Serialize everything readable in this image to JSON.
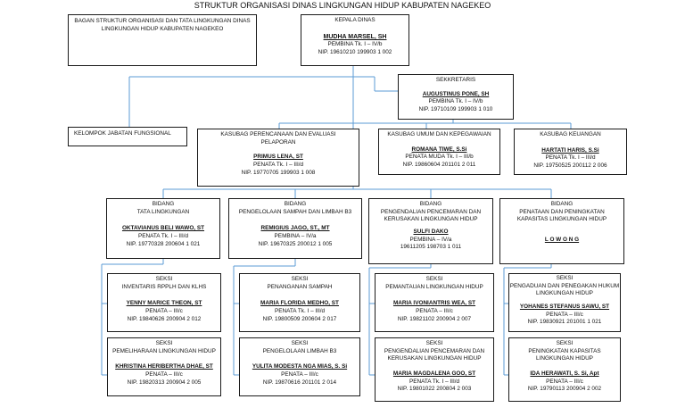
{
  "title": "STRUKTUR ORGANISASI DINAS LINGKUNGAN HIDUP KABUPATEN NAGEKEO",
  "caption": "BAGAN STRUKTUR ORGANISASI DAN TATA LINGKUNGAN DINAS LINGKUNGAN HIDUP KABUPATEN NAGEKEO",
  "kepala": {
    "title": "KEPALA DINAS",
    "name": "MUDHA MARSEL, SH",
    "rank": "PEMBINA Tk. I – IV/b",
    "nip": "NIP. 19610210 199903 1 002"
  },
  "sekretaris": {
    "title": "SEKKRETARIS",
    "name": "AUGUSTINUS PONE, SH",
    "rank": "PEMBINA Tk. I – IV/b",
    "nip": "NIP. 19710109 199903 1 010"
  },
  "fungsional": {
    "title": "KELOMPOK JABATAN FUNGSIONAL"
  },
  "perencanaan": {
    "title": "KASUBAG PERENCANAAN DAN EVALUASI PELAPORAN",
    "name": "PRIMUS LENA, ST",
    "rank": "PENATA Tk. I – III/d",
    "nip": "NIP. 19770705 199903 1 008"
  },
  "umum": {
    "title": "KASUBAG UMUM DAN KEPEGAWAIAN",
    "name": "ROMANA TIWE, S.Si",
    "rank": "PENATA MUDA Tk. I – III/b",
    "nip": "NIP. 19860604 201101 2 011"
  },
  "keuangan": {
    "title": "KASUBAG KEUANGAN",
    "name": "HARTATI HARIS, S.Si",
    "rank": "PENATA Tk. I – III/d",
    "nip": "NIP. 19750525 200112 2 006"
  },
  "bidang1": {
    "label": "BIDANG",
    "title": "TATA LINGKUNGAN",
    "name": "OKTAVIANUS BELI WAWO, ST",
    "rank": "PENATA Tk. I – III/d",
    "nip": "NIP. 19770328 200604 1 021"
  },
  "bidang2": {
    "label": "BIDANG",
    "title": "PENGELOLAAN SAMPAH DAN LIMBAH B3",
    "name": "REMIGIUS JAGO, ST., MT",
    "rank": "PEMBINA – IV/a",
    "nip": "NIP. 19670325 200012 1 005"
  },
  "bidang3": {
    "label": "BIDANG",
    "title": "PENGENDALIAN PENCEMARAN DAN KERUSAKAN LINGKUNGAN HIDUP",
    "name": "SULFI DAKO",
    "rank": "PEMBINA – IV/a",
    "nip": "19611205 198703 1 011"
  },
  "bidang4": {
    "label": "BIDANG",
    "title": "PENATAAN DAN PENINGKATAN KAPASITAS LINGKUNGAN HIDUP",
    "name": "L O W O N G"
  },
  "seksi1a": {
    "label": "SEKSI",
    "title": "INVENTARIS RPPLH DAN KLHS",
    "name": "YENNY MARICE THEON, ST",
    "rank": "PENATA – III/c",
    "nip": "NIP. 19840626 200904 2 012"
  },
  "seksi1b": {
    "label": "SEKSI",
    "title": "PEMELIHARAAN LINGKUNGAN HIDUP",
    "name": "KHRISTINA HERIBERTHA DHAE, ST",
    "rank": "PENATA – III/c",
    "nip": "NIP. 19820313 200904 2 005"
  },
  "seksi2a": {
    "label": "SEKSI",
    "title": "PENANGANAN SAMPAH",
    "name": "MARIA FLORIDA MEDHO, ST",
    "rank": "PENATA Tk. I – III/d",
    "nip": "NIP. 19800509 200604 2 017"
  },
  "seksi2b": {
    "label": "SEKSI",
    "title": "PENGELOLAAN LIMBAH B3",
    "name": "YULITA MODESTA NGA MIAS, S. Si",
    "rank": "PENATA – III/c",
    "nip": "NIP. 19870616 201101 2 014"
  },
  "seksi3a": {
    "label": "SEKSI",
    "title": "PEMANTAUAN  LINGKUNGAN HIDUP",
    "name": "MARIA IVONIANTRIS WEA, ST",
    "rank": "PENATA – III/c",
    "nip": "NIP. 19821102 200904 2 007"
  },
  "seksi3b": {
    "label": "SEKSI",
    "title": "PENGENDALIAN PENCEMARAN DAN KERUSAKAN LINGKUNGAN HIDUP",
    "name": "MARIA MAGDALENA GOO, ST",
    "rank": "PENATA Tk. I – III/d",
    "nip": "NIP. 19801022 200804 2 003"
  },
  "seksi4a": {
    "label": "SEKSI",
    "title": "PENGADUAN DAN PENEGAKAN HUKUM LINGKUNGAN HIDUP",
    "name": "YOHANES STEFANUS SAWU, ST",
    "rank": "PENATA – III/c",
    "nip": "NIP. 19830921 201001 1 021"
  },
  "seksi4b": {
    "label": "SEKSI",
    "title": "PENINGKATAN KAPASITAS LINGKUNGAN HIDUP",
    "name": "IDA HERAWATI, S. Si, Apt",
    "rank": "PENATA – III/c",
    "nip": "NIP. 19790113 200904 2 002"
  },
  "colors": {
    "line": "#5b9bd5",
    "border": "#1a1a1a"
  }
}
